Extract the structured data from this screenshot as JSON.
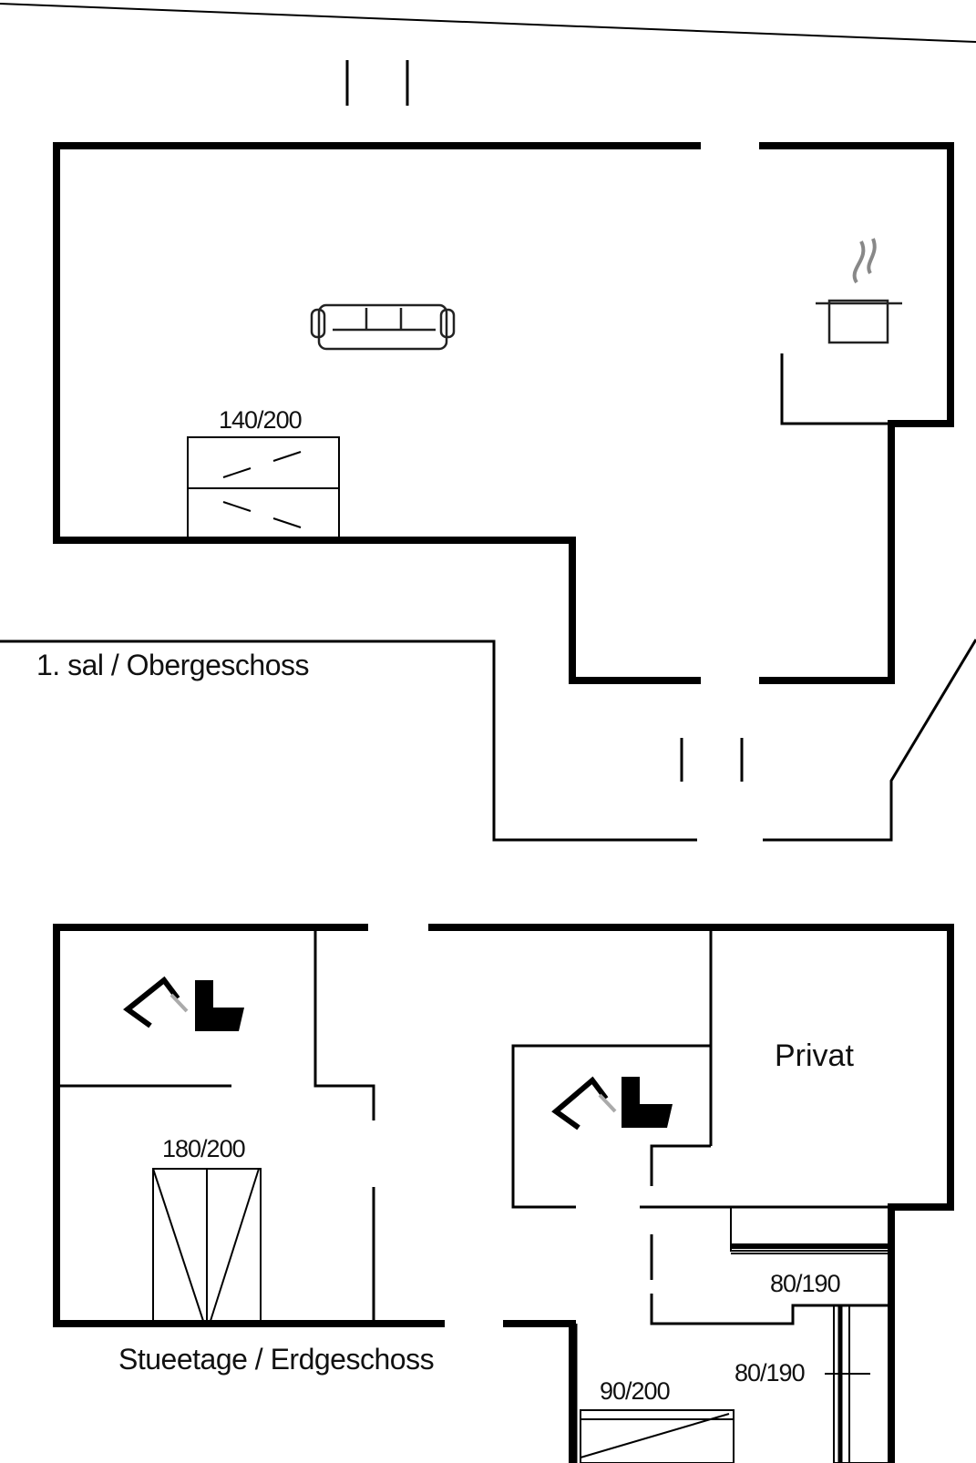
{
  "labels": {
    "upper_floor": "1. sal / Obergeschoss",
    "ground_floor": "Stueetage / Erdgeschoss",
    "private_room": "Privat"
  },
  "beds": {
    "upper_double": "140/200",
    "ground_double": "180/200",
    "bunk_top": "80/190",
    "bunk_side": "80/190",
    "single": "90/200"
  },
  "icons": [
    "sofa-icon",
    "cooking-pot-icon",
    "shower-icon",
    "toilet-icon"
  ]
}
